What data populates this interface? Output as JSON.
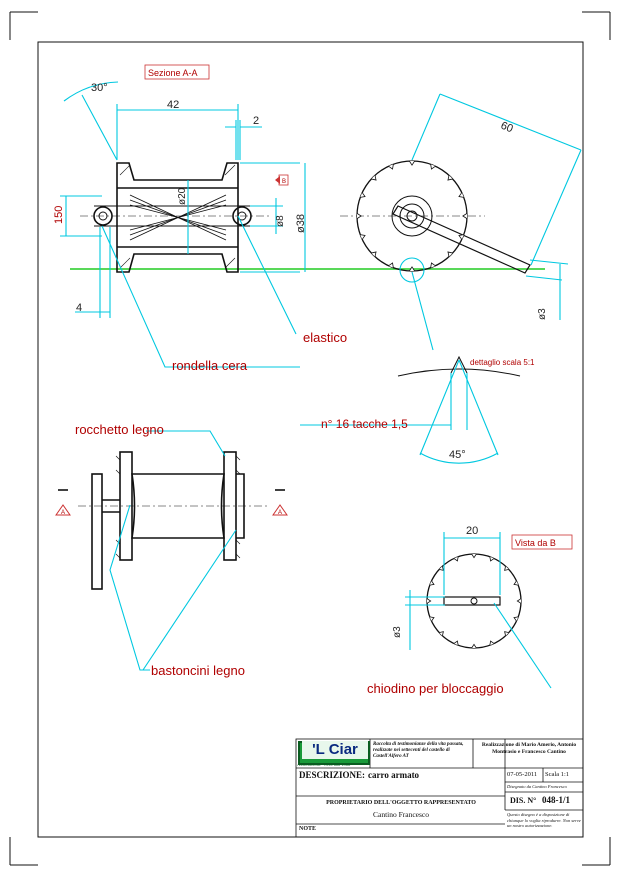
{
  "labels": {
    "section": "Sezione A-A",
    "view_b": "Vista da B",
    "elastico": "elastico",
    "rondella": "rondella cera",
    "rocchetto": "rocchetto legno",
    "bastoncini": "bastoncini legno",
    "tacche": "n° 16 tacche 1,5",
    "dettaglio": "dettaglio scala 5:1",
    "chiodino": "chiodino per bloccaggio",
    "marker_a": "A",
    "marker_b": "B"
  },
  "dimensions": {
    "d30deg": "30°",
    "d42": "42",
    "d2": "2",
    "d60": "60",
    "d150": "150",
    "d20": "ø20",
    "d8": "ø8",
    "d38": "ø38",
    "d4": "4",
    "d3a": "ø3",
    "d45deg": "45°",
    "d20b": "20",
    "d3b": "ø3"
  },
  "title_block": {
    "logo": "'L Ciar",
    "logo_sub": "Associazione \"Cera una volta\"",
    "collection": "Raccolta di testimonianze della vita passata, realizzate nei settecenti del castello di Castell'Alfero AT",
    "authors": "Realizzazione di Mario Amerio, Antonio Montrasio e Francesco Cantino",
    "date": "07-05-2011",
    "scale": "Scala 1:1",
    "drawn_by": "Disegnato da Cantino Francesco",
    "description_label": "DESCRIZIONE:",
    "description_value": "carro armato",
    "dis_label": "DIS. N°",
    "dis_value": "048-1/1",
    "owner_label": "PROPRIETARIO DELL'OGGETTO RAPPRESENTATO",
    "owner_value": "Cantino Francesco",
    "notice": "Questo disegno è a disposizione di chiunque lo voglia riprodurre. Non serve un nostro autorizzazione.",
    "note_label": "NOTE"
  },
  "colors": {
    "leader": "#00c8e0",
    "ground": "#22cc22",
    "text_red": "#b00000",
    "logo_green": "#1a9a3a"
  }
}
